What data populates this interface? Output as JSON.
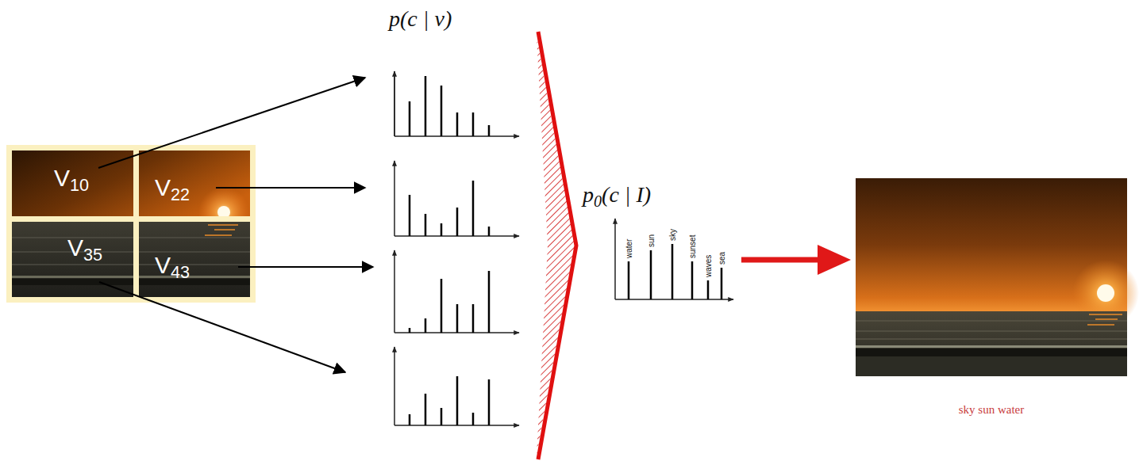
{
  "diagram": {
    "nodes": [
      {
        "text": [
          "V10"
        ]
      },
      {
        "text": [
          "V22"
        ]
      },
      {
        "text": [
          "V35"
        ]
      },
      {
        "text": [
          "V43"
        ]
      },
      {
        "text": [
          "p0(c | I)",
          "water",
          "sun",
          "sky",
          "sunset",
          "waves",
          "sea"
        ]
      },
      {
        "text": [
          "sky sun water"
        ]
      }
    ],
    "edges": [
      {
        "from": 4,
        "to": 5,
        "arrow": "to"
      }
    ],
    "labels": [
      "p(c | v)"
    ]
  }
}
